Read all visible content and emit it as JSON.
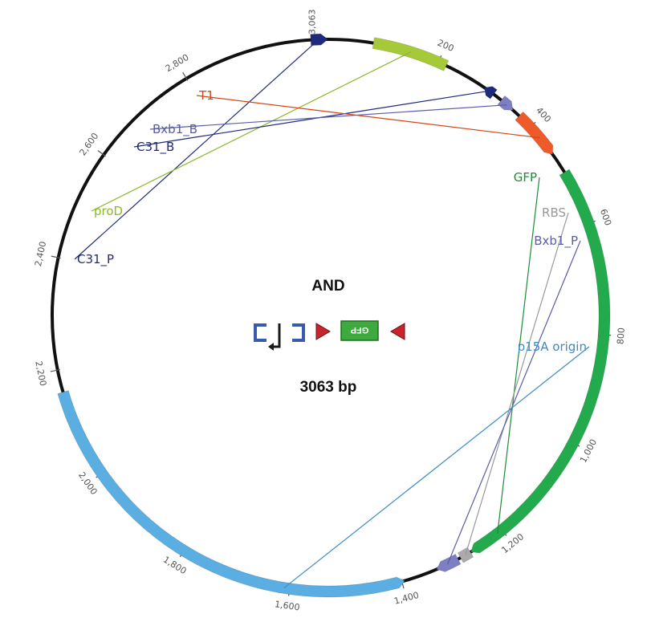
{
  "plasmid": {
    "name": "AND",
    "size_label": "3063 bp",
    "total_bp": 3063,
    "start_label": "3,063"
  },
  "features": [
    {
      "id": "c31p",
      "label": "C31_P",
      "start": 3032,
      "end": 3062,
      "color": "#1f2a7a",
      "label_color": "#1f2a7a",
      "arrow": "cw"
    },
    {
      "id": "prod",
      "label": "proD",
      "start": 80,
      "end": 215,
      "color": "#a6c93a",
      "label_color": "#8db82c",
      "arrow": "none"
    },
    {
      "id": "c31b",
      "label": "C31_B",
      "start": 293,
      "end": 313,
      "color": "#1f2a7a",
      "label_color": "#1f2a7a",
      "arrow": "ccw"
    },
    {
      "id": "bxb1b",
      "label": "Bxb1_B",
      "start": 330,
      "end": 357,
      "color": "#7d7fc2",
      "label_color": "#5b5ba8",
      "arrow": "cw"
    },
    {
      "id": "t1",
      "label": "T1",
      "start": 372,
      "end": 462,
      "color": "#ee5a2a",
      "label_color": "#d54414",
      "arrow": "cw"
    },
    {
      "id": "gfp",
      "label": "GFP",
      "start": 500,
      "end": 1267,
      "color": "#22aa4c",
      "label_color": "#1f8a3a",
      "arrow": "cw"
    },
    {
      "id": "rbs",
      "label": "RBS",
      "start": 1268,
      "end": 1288,
      "color": "#aaaaaa",
      "label_color": "#999999",
      "arrow": "none"
    },
    {
      "id": "bxb1p",
      "label": "Bxb1_P",
      "start": 1293,
      "end": 1335,
      "color": "#7d7fc2",
      "label_color": "#5b5ba8",
      "arrow": "cw"
    },
    {
      "id": "p15a",
      "label": "p15A origin",
      "start": 1395,
      "end": 2160,
      "color": "#5aaee2",
      "label_color": "#3a8cc4",
      "arrow": "ccw"
    }
  ],
  "ticks": [
    {
      "bp": 200,
      "label": "200"
    },
    {
      "bp": 400,
      "label": "400"
    },
    {
      "bp": 600,
      "label": "600"
    },
    {
      "bp": 800,
      "label": "800"
    },
    {
      "bp": 1000,
      "label": "1,000"
    },
    {
      "bp": 1200,
      "label": "1,200"
    },
    {
      "bp": 1400,
      "label": "1,400"
    },
    {
      "bp": 1600,
      "label": "1,600"
    },
    {
      "bp": 1800,
      "label": "1,800"
    },
    {
      "bp": 2000,
      "label": "2,000"
    },
    {
      "bp": 2200,
      "label": "2,200"
    },
    {
      "bp": 2400,
      "label": "2,400"
    },
    {
      "bp": 2600,
      "label": "2,600"
    },
    {
      "bp": 2800,
      "label": "2,800"
    }
  ],
  "circuit": {
    "gfp_label": "GFP",
    "attb_color": "#3a5ab0",
    "attp_color": "#c8242e",
    "promoter_color": "#1a1a1a",
    "gfp_color": "#3daa3d"
  }
}
